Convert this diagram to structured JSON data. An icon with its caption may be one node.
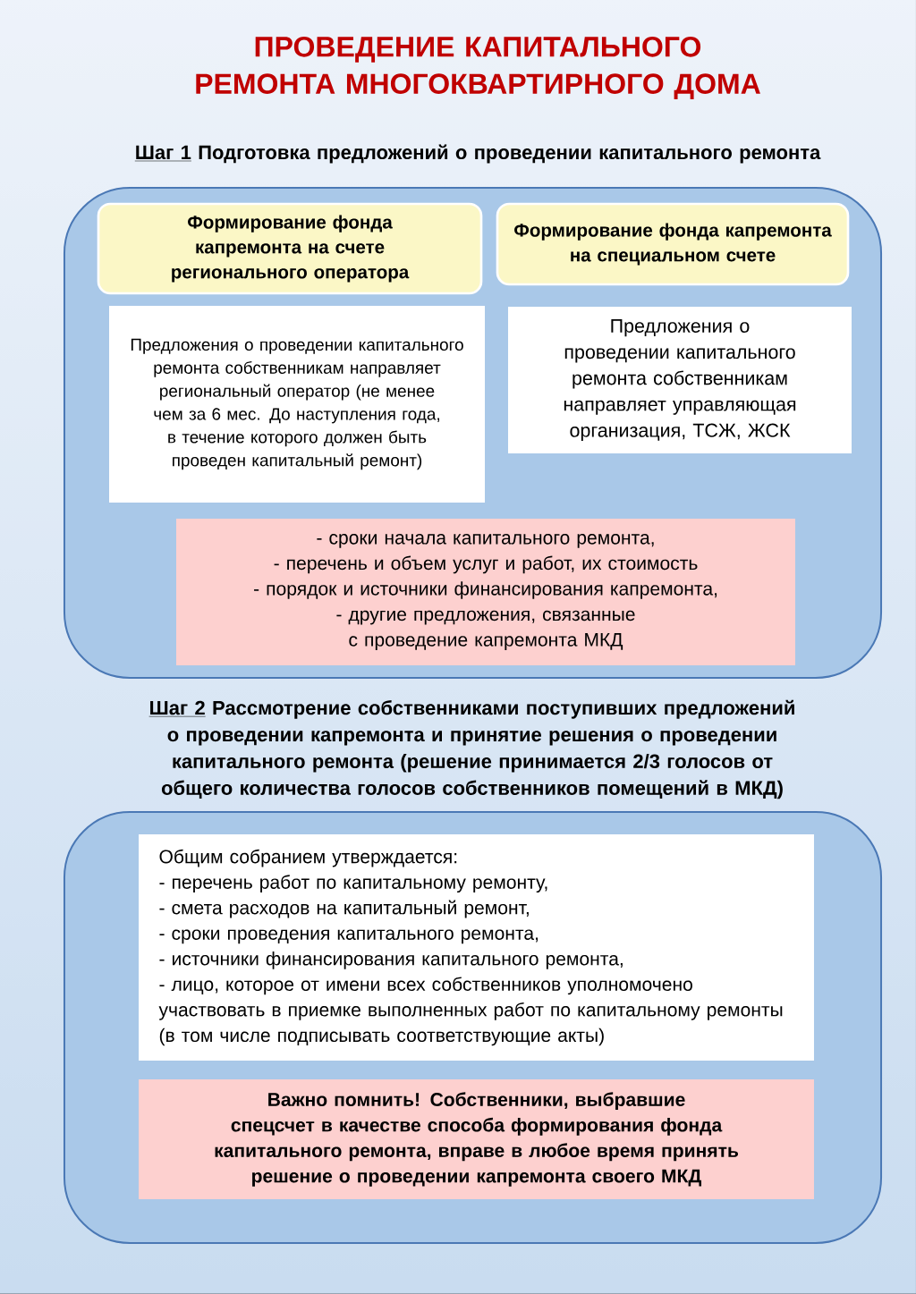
{
  "diagram": {
    "title": "ПРОВЕДЕНИЕ КАПИТАЛЬНОГО РЕМОНТА МНОГОКВАРТИРНОГО ДОМА",
    "nodes": [
      {
        "text": [
          "Шаг 1",
          "Подготовка предложений о проведении капитального ремонта"
        ]
      },
      {
        "text": [
          "Формирование фонда капремонта на счете регионального оператора"
        ],
        "in": 0
      },
      {
        "text": [
          "Формирование фонда капремонта на специальном счете"
        ],
        "in": 0
      },
      {
        "text": [
          "Предложения о проведении капитального ремонта собственникам направляет региональный оператор (не менее чем за 6 мес. До наступления года, в течение которого должен быть проведен капитальный ремонт)"
        ],
        "in": 0
      },
      {
        "text": [
          "Предложения о проведении капитального ремонта собственникам направляет управляющая организация, ТСЖ, ЖСК"
        ],
        "in": 0
      },
      {
        "text": [
          "- сроки начала капитального ремонта,",
          "- перечень и объем услуг и работ, их стоимость",
          "- порядок и источники финансирования капремонта,",
          "- другие предложения, связанные с проведение капремонта МКД"
        ],
        "in": 0
      },
      {
        "text": [
          "Шаг 2",
          "Рассмотрение собственниками поступивших предложений о проведении капремонта и принятие решения о проведении капитального ремонта (решение принимается 2/3 голосов от общего количества голосов собственников помещений в МКД)"
        ]
      },
      {
        "text": [
          "Общим собранием утверждается:",
          "- перечень работ по капитальному ремонту,",
          "- смета расходов на капитальный ремонт,",
          "- сроки проведения капитального ремонта,",
          "- источники финансирования капитального ремонта,",
          "- лицо, которое от имени всех собственников уполномочено участвовать в приемке выполненных работ по капитальному ремонты (в том числе подписывать соответствующие акты)"
        ],
        "in": 6
      },
      {
        "text": [
          "Важно помнить! Собственники, выбравшие спецсчет в качестве способа формирования фонда капитального ремонта,  вправе в любое время принять решение о проведении капремонта своего МКД"
        ],
        "in": 6
      }
    ]
  }
}
